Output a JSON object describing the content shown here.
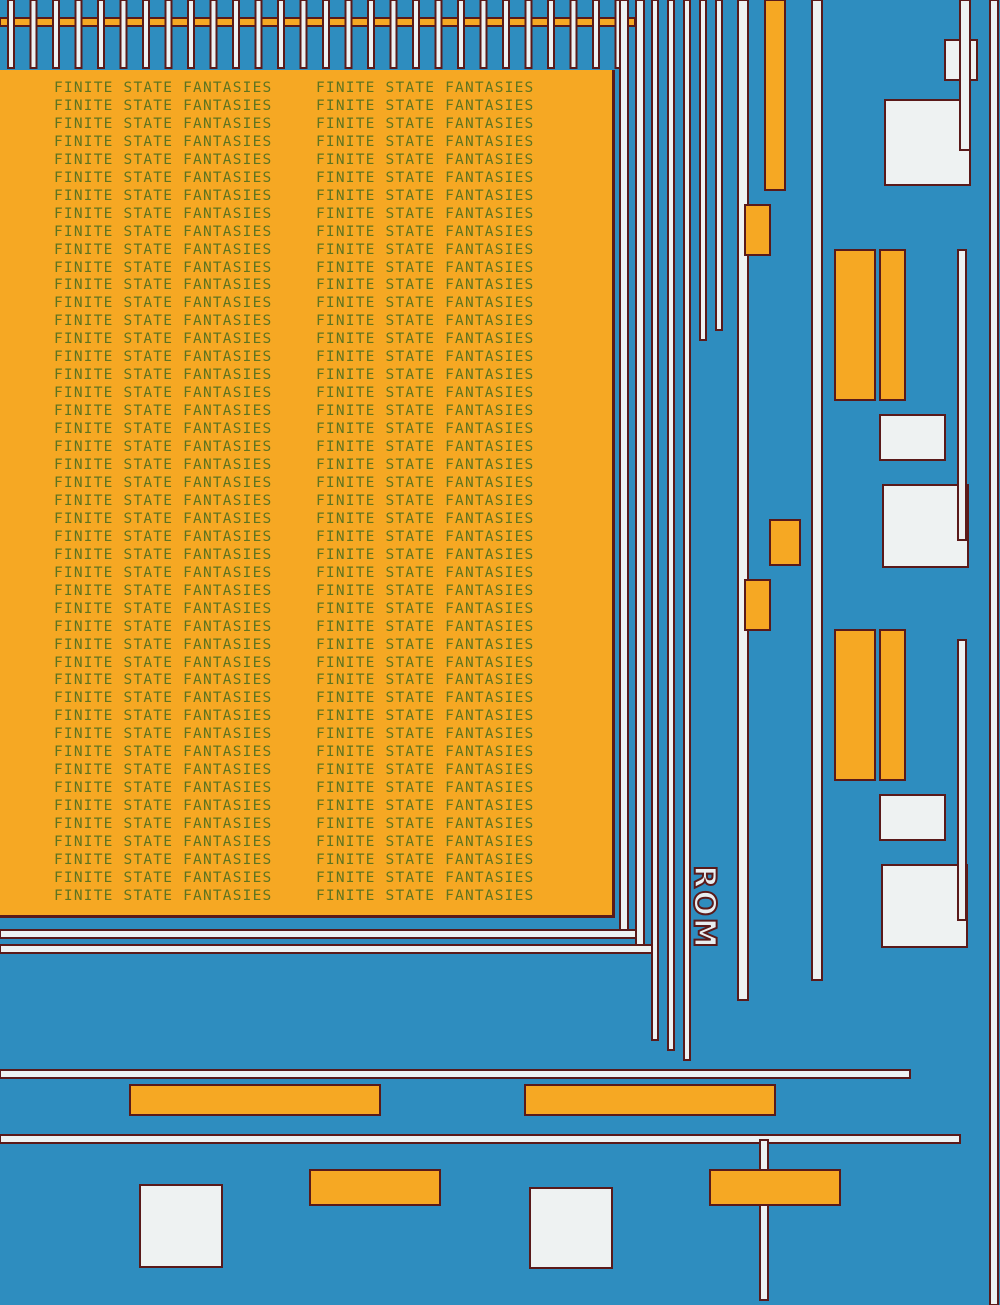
{
  "cover": {
    "repeated_title": "FINITE STATE FANTASIES",
    "rows_per_column": 46,
    "columns": 2,
    "chip_label": "ROM"
  },
  "colors": {
    "background_blue": "#2e8dbf",
    "panel_orange": "#f6a823",
    "trace_white": "#eef2f2",
    "outline_maroon": "#5a1a1a",
    "text_olive": "#5e7420"
  }
}
